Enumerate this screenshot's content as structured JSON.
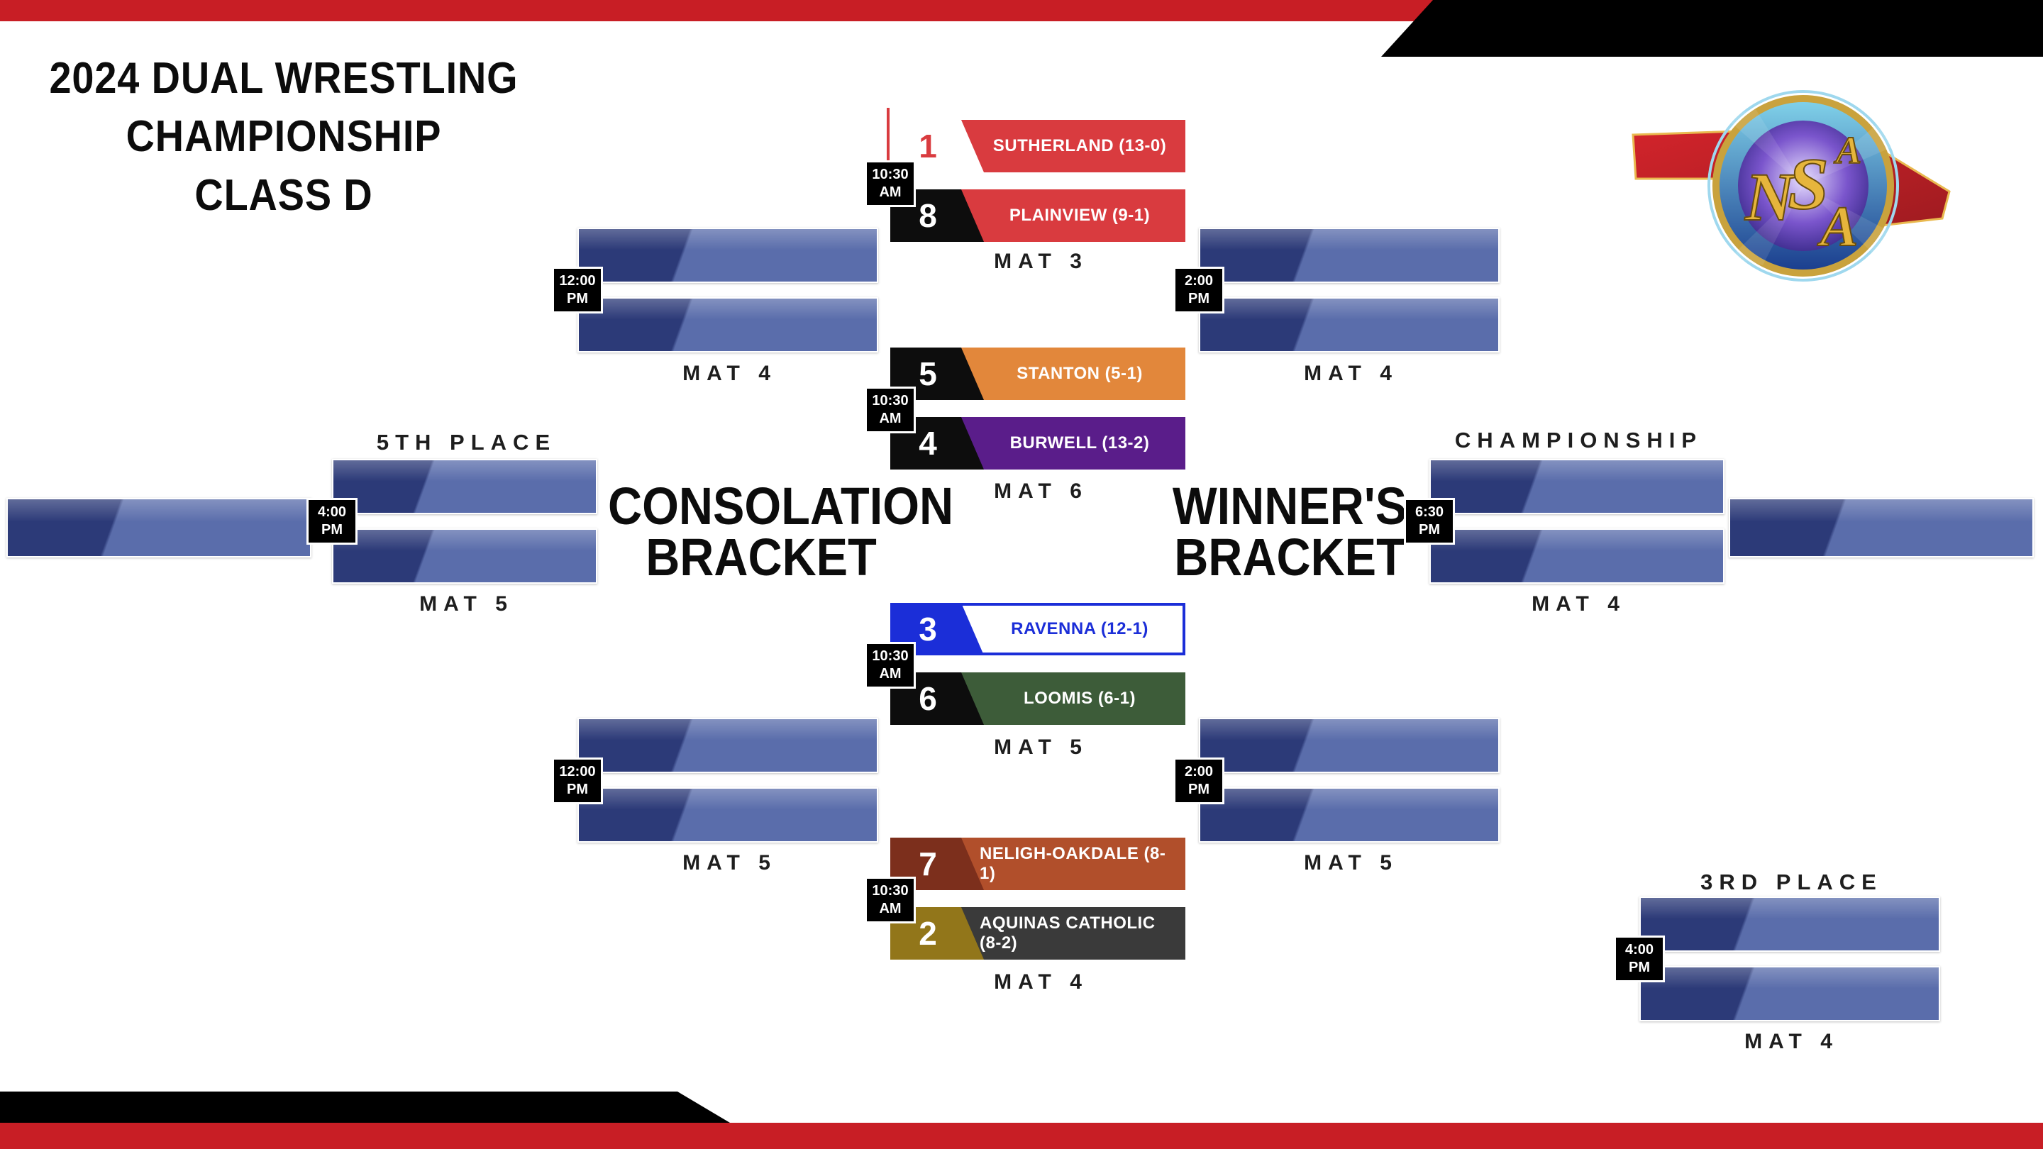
{
  "title": {
    "lines": [
      "2024 DUAL WRESTLING",
      "CHAMPIONSHIP",
      "CLASS D"
    ]
  },
  "headings": {
    "consolation": [
      "CONSOLATION",
      "BRACKET"
    ],
    "winners": [
      "WINNER'S",
      "BRACKET"
    ]
  },
  "first_round": [
    {
      "time": [
        "10:30",
        "AM"
      ],
      "mat": "MAT 3",
      "top": {
        "seed": "1",
        "team": "SUTHERLAND (13-0)"
      },
      "bottom": {
        "seed": "8",
        "team": "PLAINVIEW (9-1)"
      }
    },
    {
      "time": [
        "10:30",
        "AM"
      ],
      "mat": "MAT 6",
      "top": {
        "seed": "5",
        "team": "STANTON (5-1)"
      },
      "bottom": {
        "seed": "4",
        "team": "BURWELL (13-2)"
      }
    },
    {
      "time": [
        "10:30",
        "AM"
      ],
      "mat": "MAT 5",
      "top": {
        "seed": "3",
        "team": "RAVENNA (12-1)"
      },
      "bottom": {
        "seed": "6",
        "team": "LOOMIS (6-1)"
      }
    },
    {
      "time": [
        "10:30",
        "AM"
      ],
      "mat": "MAT 4",
      "top": {
        "seed": "7",
        "team": "NELIGH-OAKDALE (8-1)"
      },
      "bottom": {
        "seed": "2",
        "team": "AQUINAS CATHOLIC (8-2)"
      }
    }
  ],
  "consolation": {
    "semis": [
      {
        "time": [
          "12:00",
          "PM"
        ],
        "mat": "MAT 4"
      },
      {
        "time": [
          "12:00",
          "PM"
        ],
        "mat": "MAT 5"
      }
    ],
    "fifth_place": {
      "label": "5TH PLACE",
      "time": [
        "4:00",
        "PM"
      ],
      "mat": "MAT 5"
    }
  },
  "winners": {
    "semis": [
      {
        "time": [
          "2:00",
          "PM"
        ],
        "mat": "MAT 4"
      },
      {
        "time": [
          "2:00",
          "PM"
        ],
        "mat": "MAT 5"
      }
    ],
    "championship": {
      "label": "CHAMPIONSHIP",
      "time": [
        "6:30",
        "PM"
      ],
      "mat": "MAT 4"
    },
    "third_place": {
      "label": "3RD PLACE",
      "time": [
        "4:00",
        "PM"
      ],
      "mat": "MAT 4"
    }
  },
  "logo": {
    "letters": [
      "N",
      "S",
      "A",
      "A"
    ]
  },
  "colors": {
    "accent_red": "#c81e25",
    "black": "#000000",
    "banner_red": "#d93b3f",
    "banner_orange": "#e2873b",
    "banner_purple": "#5a1d8a",
    "banner_blue": "#1b2ed8",
    "banner_green": "#3d5c39",
    "banner_rust": "#b14f2b",
    "banner_charcoal": "#3a3a3a",
    "seed_gold": "#92761a",
    "seed_maroon": "#7c2f1c",
    "slot_dark": "#2c3a78",
    "slot_light": "#5a6dab",
    "logo_gold": "#e6b53c"
  }
}
